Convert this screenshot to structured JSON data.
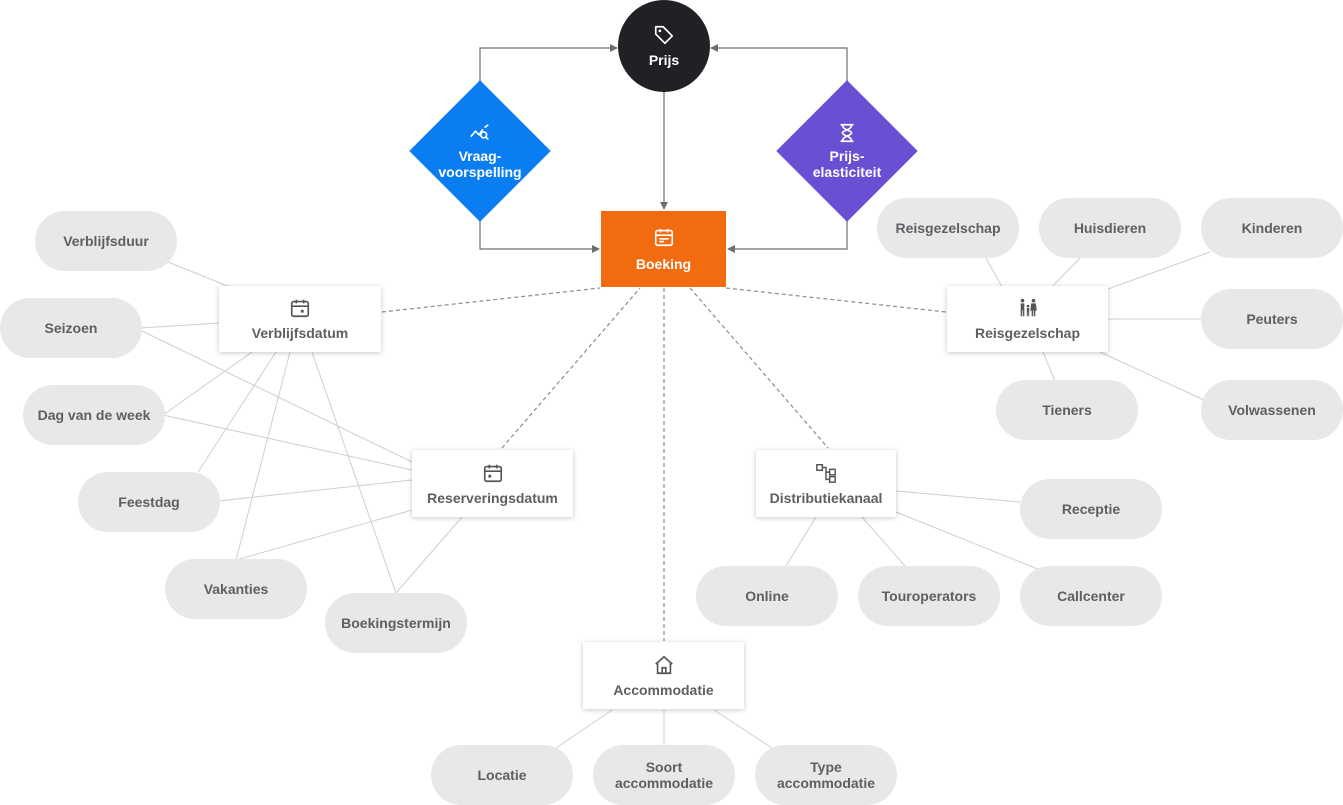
{
  "core": {
    "prijs": "Prijs",
    "vraag_line1": "Vraag-",
    "vraag_line2": "voorspelling",
    "elas_line1": "Prijs-",
    "elas_line2": "elasticiteit",
    "boeking": "Boeking"
  },
  "categories": {
    "verblijfsdatum": "Verblijfsdatum",
    "reserveringsdatum": "Reserveringsdatum",
    "reisgezelschap": "Reisgezelschap",
    "distributiekanaal": "Distributiekanaal",
    "accommodatie": "Accommodatie"
  },
  "attributes": {
    "verblijfsduur": "Verblijfsduur",
    "seizoen": "Seizoen",
    "dag_van_de_week": "Dag van de week",
    "feestdag": "Feestdag",
    "vakanties": "Vakanties",
    "boekingstermijn": "Boekingstermijn",
    "reisgezelschap": "Reisgezelschap",
    "huisdieren": "Huisdieren",
    "kinderen": "Kinderen",
    "peuters": "Peuters",
    "tieners": "Tieners",
    "volwassenen": "Volwassenen",
    "receptie": "Receptie",
    "online": "Online",
    "touroperators": "Touroperators",
    "callcenter": "Callcenter",
    "locatie": "Locatie",
    "soort_line1": "Soort",
    "soort_line2": "accommodatie",
    "type_line1": "Type",
    "type_line2": "accommodatie"
  },
  "colors": {
    "prijs": "#202124",
    "vraagvoorspelling": "#0a7ef0",
    "prijselasticiteit": "#6b4fd3",
    "boeking": "#f26b0f",
    "pill": "#e8e8e9",
    "line": "#cccccc",
    "arrow": "#6f6f6f"
  },
  "icons": {
    "prijs": "tag-icon",
    "vraagvoorspelling": "trend-search-icon",
    "prijselasticiteit": "hourglass-icon",
    "boeking": "calendar-icon",
    "verblijfsdatum": "calendar-icon",
    "reserveringsdatum": "calendar-icon",
    "reisgezelschap": "family-icon",
    "distributiekanaal": "network-icon",
    "accommodatie": "house-icon"
  }
}
